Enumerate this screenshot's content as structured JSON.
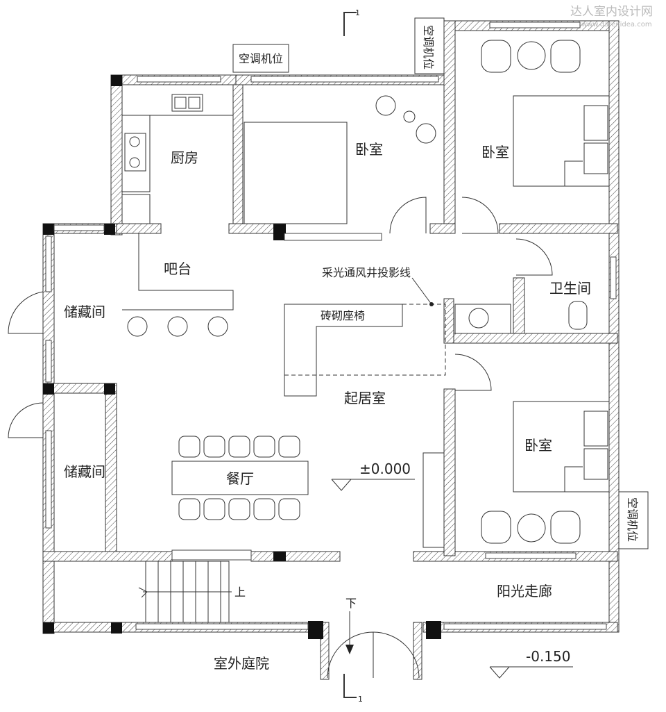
{
  "watermark": {
    "title": "达人室内设计网",
    "url": "www.darenidea.com"
  },
  "section_marker": "1",
  "rooms": {
    "kitchen": "厨房",
    "bedroom_top": "卧室",
    "bedroom_top_right": "卧室",
    "bedroom_bottom_right": "卧室",
    "bar": "吧台",
    "storage_top": "储藏间",
    "storage_bottom": "储藏间",
    "bathroom": "卫生间",
    "living_room": "起居室",
    "dining_room": "餐厅",
    "sun_corridor": "阳光走廊",
    "courtyard": "室外庭院"
  },
  "annotations": {
    "ac_unit_top": "空调机位",
    "ac_unit_top_right": "空调机位",
    "ac_unit_right": "空调机位",
    "light_well": "采光通风井投影线",
    "brick_seat": "砖砌座椅",
    "level_main": "±0.000",
    "level_outside": "-0.150",
    "stair_up": "上",
    "stair_down": "下"
  }
}
